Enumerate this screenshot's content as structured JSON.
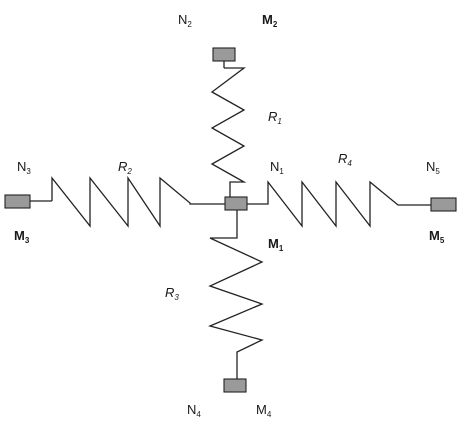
{
  "nodes": {
    "n1": {
      "main": "N",
      "sub": "1"
    },
    "n2": {
      "main": "N",
      "sub": "2"
    },
    "n3": {
      "main": "N",
      "sub": "3"
    },
    "n4": {
      "main": "N",
      "sub": "4"
    },
    "n5": {
      "main": "N",
      "sub": "5"
    }
  },
  "masses": {
    "m1": {
      "main": "M",
      "sub": "1"
    },
    "m2": {
      "main": "M",
      "sub": "2"
    },
    "m3": {
      "main": "M",
      "sub": "3"
    },
    "m4": {
      "main": "M",
      "sub": "4"
    },
    "m5": {
      "main": "M",
      "sub": "5"
    }
  },
  "resistors": {
    "r1": {
      "main": "R",
      "sub": "1"
    },
    "r2": {
      "main": "R",
      "sub": "2"
    },
    "r3": {
      "main": "R",
      "sub": "3"
    },
    "r4": {
      "main": "R",
      "sub": "4"
    }
  },
  "colors": {
    "line": "#222222",
    "mass_fill": "#9a9a9a"
  }
}
